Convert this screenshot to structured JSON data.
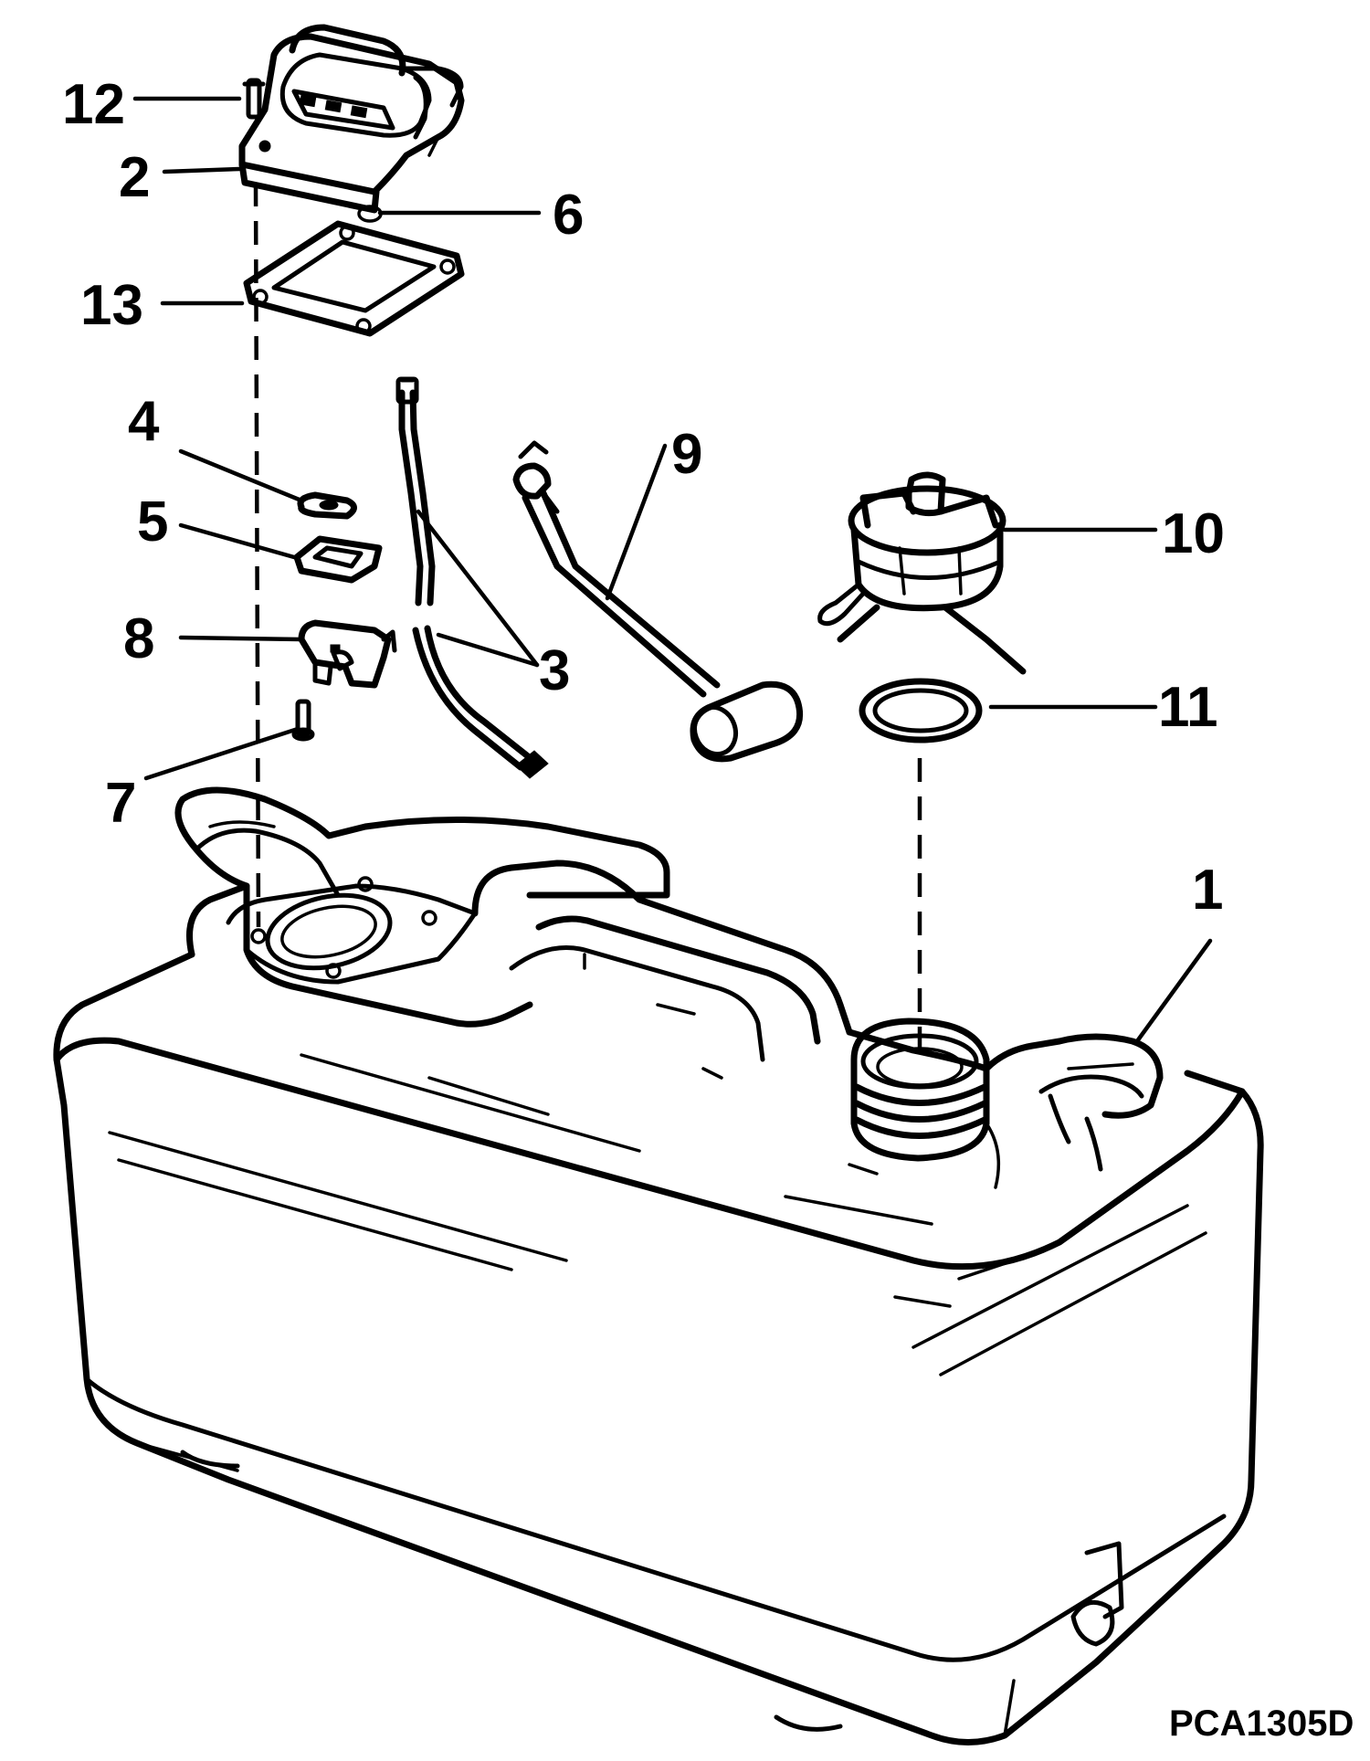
{
  "callouts": {
    "c1": "1",
    "c2": "2",
    "c3": "3",
    "c4": "4",
    "c5": "5",
    "c6": "6",
    "c7": "7",
    "c8": "8",
    "c9": "9",
    "c10": "10",
    "c11": "11",
    "c12": "12",
    "c13": "13"
  },
  "figure_code": "PCA1305D"
}
